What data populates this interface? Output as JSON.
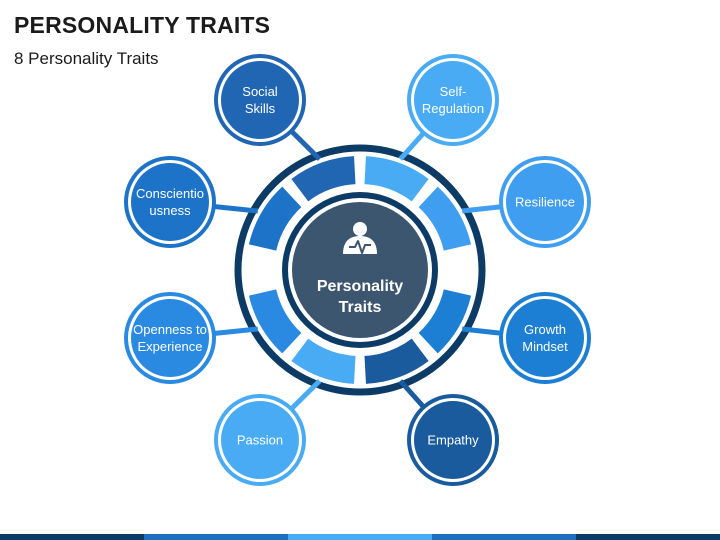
{
  "title": "PERSONALITY TRAITS",
  "subtitle": "8 Personality Traits",
  "center": {
    "label": "Personality\nTraits",
    "icon": "person-heartbeat-icon"
  },
  "traits": [
    {
      "id": "social-skills",
      "label": "Social\nSkills",
      "color": "#2166b3"
    },
    {
      "id": "self-regulation",
      "label": "Self-\nRegulation",
      "color": "#4aabf5"
    },
    {
      "id": "resilience",
      "label": "Resilience",
      "color": "#3f9ef0"
    },
    {
      "id": "growth-mindset",
      "label": "Growth\nMindset",
      "color": "#1d7fd4"
    },
    {
      "id": "empathy",
      "label": "Empathy",
      "color": "#1a5b9e"
    },
    {
      "id": "passion",
      "label": "Passion",
      "color": "#4aabf5"
    },
    {
      "id": "openness-to-experience",
      "label": "Openness to\nExperience",
      "color": "#2a8ae2"
    },
    {
      "id": "conscientiousness",
      "label": "Conscientio\nusness",
      "color": "#1c73c8"
    }
  ],
  "colors": {
    "center_fill": "#3b566e",
    "dark_ring": "#0c3b66",
    "footer": [
      "#0c3b66",
      "#1d6fbf",
      "#4aabf5",
      "#1d6fbf",
      "#0c3b66"
    ]
  }
}
